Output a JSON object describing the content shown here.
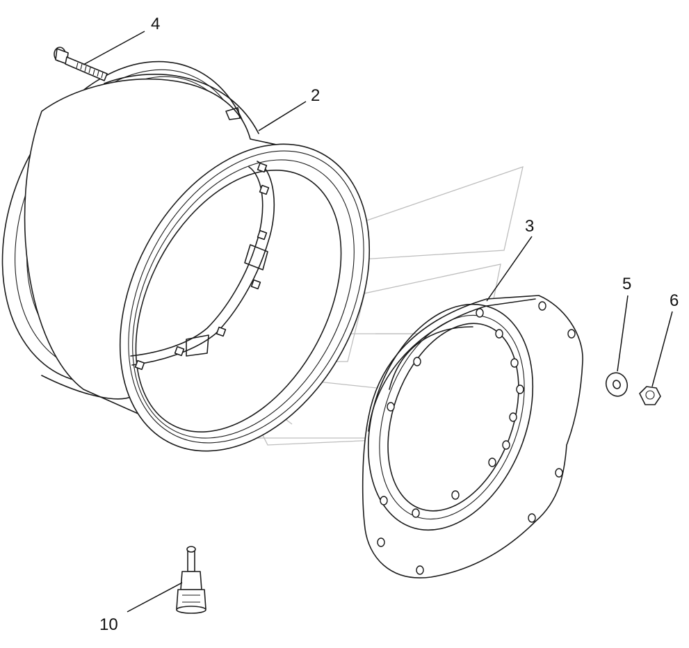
{
  "callouts": {
    "c2": "2",
    "c3": "3",
    "c4": "4",
    "c5": "5",
    "c6": "6",
    "c10": "10"
  },
  "colors": {
    "line": "#1a1a1a",
    "watermark": "#bdbdbd",
    "background": "#ffffff"
  }
}
